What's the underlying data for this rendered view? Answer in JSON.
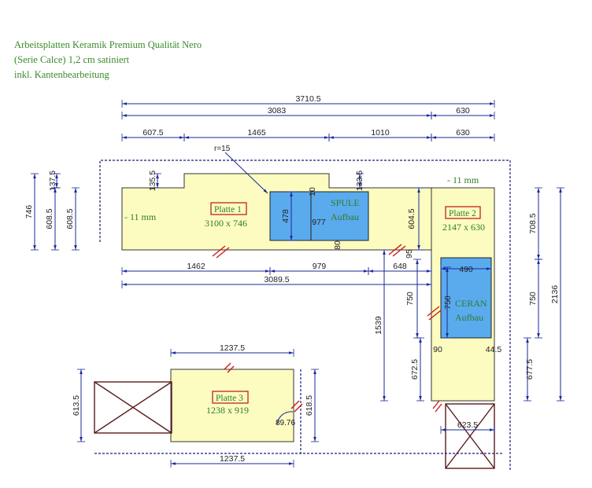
{
  "title": {
    "line1": "Arbeitsplatten Keramik Premium Qualität Nero",
    "line2": "(Serie Calce) 1,2 cm satiniert",
    "line3": "inkl. Kantenbearbeitung"
  },
  "plates": {
    "p1": {
      "name": "Platte 1",
      "size": "3100 x 746"
    },
    "p2": {
      "name": "Platte 2",
      "size": "2147 x 630"
    },
    "p3": {
      "name": "Platte 3",
      "size": "1238 x 919"
    }
  },
  "cutouts": {
    "sink": {
      "line1": "SPULE",
      "line2": "Aufbau"
    },
    "hob": {
      "line1": "CERAN",
      "line2": "Aufbau"
    }
  },
  "notes": {
    "overhang_left": "- 11 mm",
    "overhang_right": "- 11 mm",
    "radius": "r=15",
    "angle": "89.76"
  },
  "dims": {
    "top_total": "3710.5",
    "top_3083": "3083",
    "top_630a": "630",
    "top_607": "607.5",
    "top_1465": "1465",
    "top_1010": "1010",
    "top_630b": "630",
    "d135": "135.5",
    "d137": "137.5",
    "d133": "133.5",
    "left_746": "746",
    "left_608a": "608.5",
    "left_608b": "608.5",
    "sink_478": "478",
    "sink_977": "977",
    "sink_10": "10",
    "sink_80": "80",
    "d604": "604.5",
    "d95": "95",
    "bottom_1462": "1462",
    "bottom_979": "979",
    "bottom_648": "648",
    "bottom_3089": "3089.5",
    "r_708": "708.5",
    "r_750a": "750",
    "r_2136": "2136",
    "hob_490": "490",
    "hob_750": "750",
    "l_750": "750",
    "l_1539": "1539",
    "d90": "90",
    "d44": "44.5",
    "d672": "672.5",
    "d677": "677.5",
    "d623": "623.5",
    "p3_top": "1237.5",
    "p3_bottom": "1237.5",
    "p3_left": "613.5",
    "p3_right": "618.5"
  }
}
